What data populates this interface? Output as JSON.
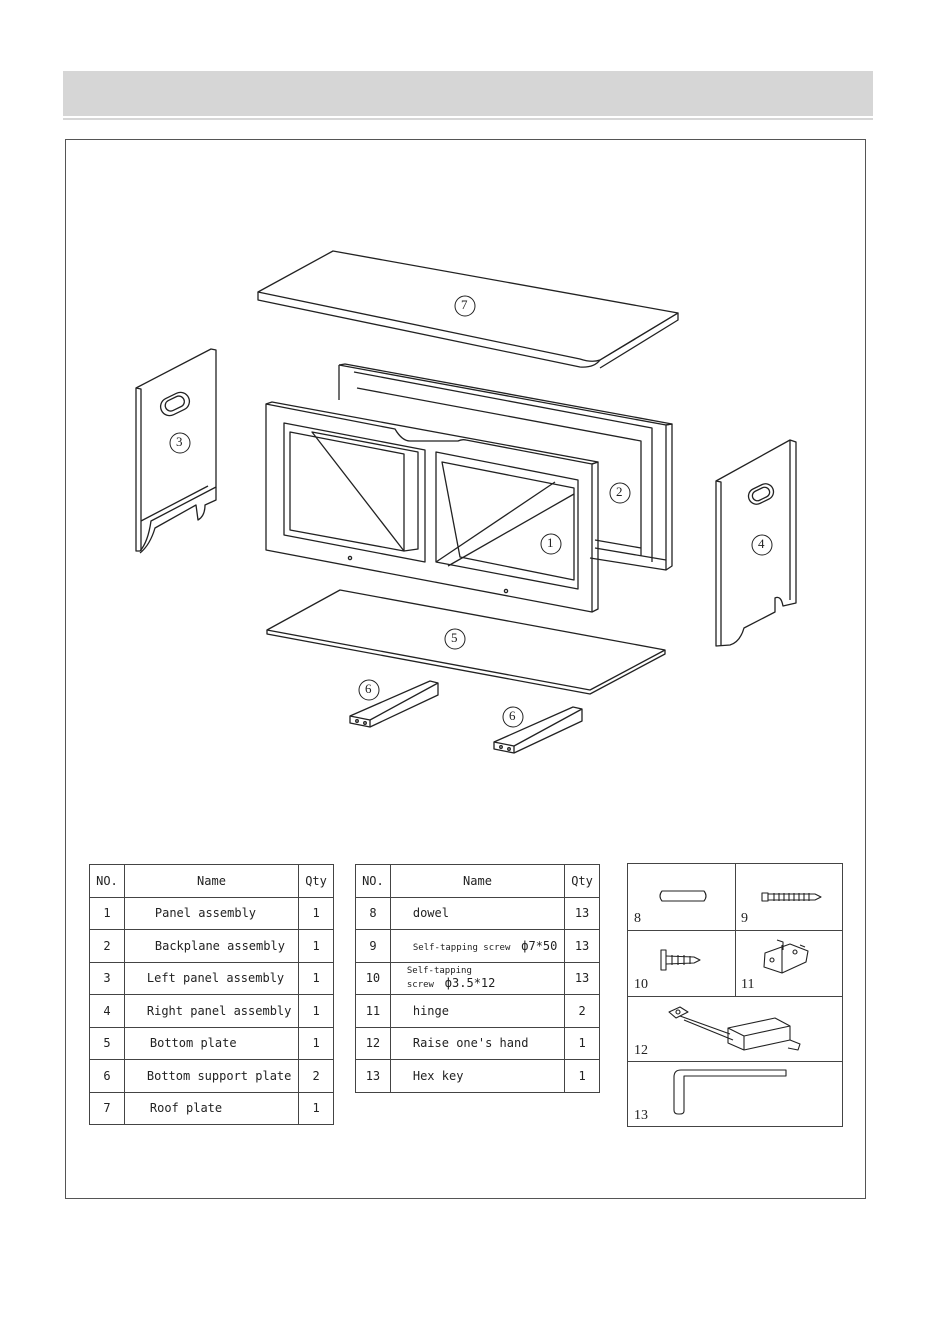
{
  "parts_table_1": {
    "headers": [
      "NO.",
      "Name",
      "Qty"
    ],
    "rows": [
      {
        "no": "1",
        "name": "Panel assembly",
        "qty": "1"
      },
      {
        "no": "2",
        "name": "Backplane assembly",
        "qty": "1"
      },
      {
        "no": "3",
        "name": "Left panel assembly",
        "qty": "1"
      },
      {
        "no": "4",
        "name": "Right panel assembly",
        "qty": "1"
      },
      {
        "no": "5",
        "name": "Bottom plate",
        "qty": "1"
      },
      {
        "no": "6",
        "name": "Bottom support plate",
        "qty": "2"
      },
      {
        "no": "7",
        "name": "Roof plate",
        "qty": "1"
      }
    ]
  },
  "parts_table_2": {
    "headers": [
      "NO.",
      "Name",
      "Qty"
    ],
    "rows": [
      {
        "no": "8",
        "name": "dowel",
        "qty": "13"
      },
      {
        "no": "9",
        "name": "Self-tapping screw",
        "spec": "ф7*50",
        "qty": "13"
      },
      {
        "no": "10",
        "name": "Self-tapping screw",
        "spec": "ф3.5*12",
        "qty": "13"
      },
      {
        "no": "11",
        "name": "hinge",
        "qty": "2"
      },
      {
        "no": "12",
        "name": "Raise one's hand",
        "qty": "1"
      },
      {
        "no": "13",
        "name": "Hex key",
        "qty": "1"
      }
    ]
  },
  "hardware_labels": [
    "8",
    "9",
    "10",
    "11",
    "12",
    "13"
  ],
  "callouts": [
    "7",
    "3",
    "2",
    "1",
    "4",
    "5",
    "6",
    "6"
  ]
}
